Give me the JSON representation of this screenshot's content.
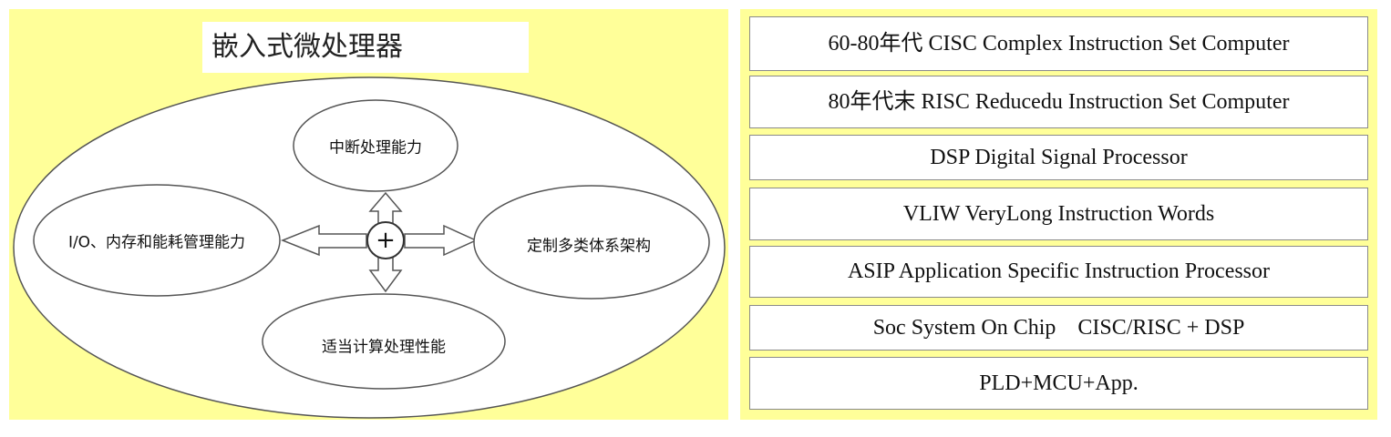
{
  "diagram": {
    "title": "嵌入式微处理器",
    "nodes": {
      "top": "中断处理能力",
      "left": "I/O、内存和能耗管理能力",
      "right": "定制多类体系架构",
      "bottom": "适当计算处理性能"
    },
    "hub_symbol": "+"
  },
  "processor_types": [
    "60-80年代 CISC Complex Instruction Set Computer",
    "80年代末 RISC Reducedu Instruction Set Computer",
    "DSP Digital Signal Processor",
    "VLIW VeryLong Instruction Words",
    "ASIP Application Specific Instruction Processor",
    "Soc System On Chip    CISC/RISC + DSP",
    "PLD+MCU+App."
  ],
  "colors": {
    "panel": "#ffff99",
    "box": "#ffffff",
    "stroke": "#555555"
  }
}
